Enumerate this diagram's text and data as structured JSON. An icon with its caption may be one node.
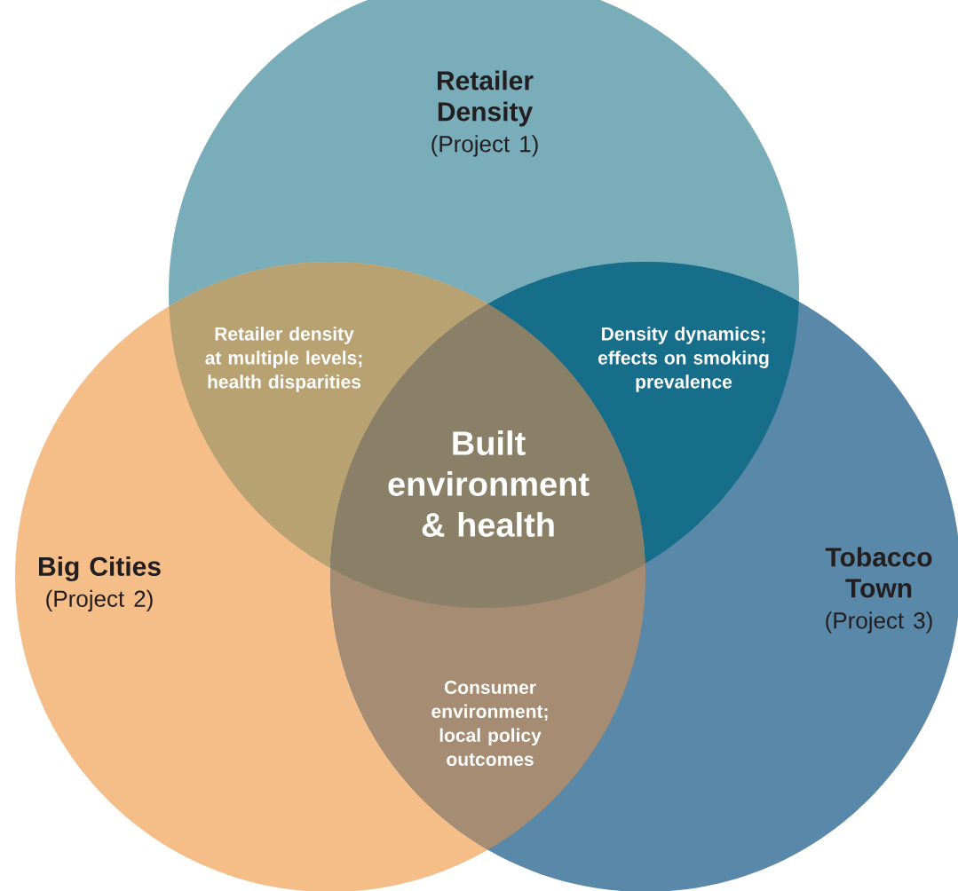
{
  "diagram": {
    "nodes": [
      {
        "text": [
          "Retailer Density",
          "(Project 1)"
        ]
      },
      {
        "text": [
          "Big Cities",
          "(Project 2)"
        ]
      },
      {
        "text": [
          "Tobacco Town",
          "(Project 3)"
        ]
      },
      {
        "text": [
          "Retailer density at multiple levels; health disparities"
        ]
      },
      {
        "text": [
          "Density dynamics; effects on smoking prevalence"
        ]
      },
      {
        "text": [
          "Built environment & health"
        ]
      },
      {
        "text": [
          "Consumer environment; local policy outcomes"
        ]
      }
    ]
  }
}
